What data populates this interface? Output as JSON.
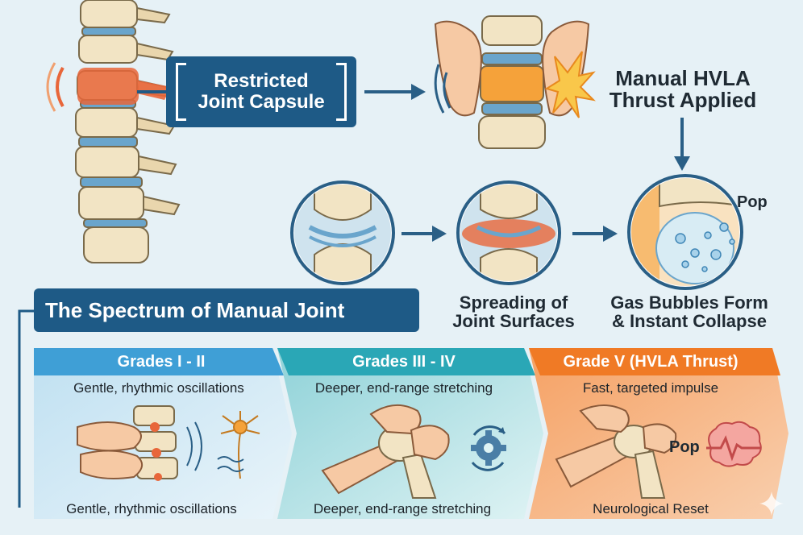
{
  "top": {
    "restricted_line1": "Restricted",
    "restricted_line2": "Joint Capsule",
    "thrust_line1": "Manual HVLA",
    "thrust_line2": "Thrust Applied",
    "pop_label": "Pop"
  },
  "middle": {
    "spreading_line1": "Spreading of",
    "spreading_line2": "Joint Surfaces",
    "bubbles_line1": "Gas Bubbles Form",
    "bubbles_line2": "& Instant Collapse"
  },
  "spectrum": {
    "title": "The Spectrum of Manual Joint",
    "bands": [
      {
        "title": "Grades I - II",
        "top_text": "Gentle, rhythmic oscillations",
        "bottom_text": "Gentle, rhythmic oscillations",
        "color_start": "#3f9fd6",
        "color_end": "#cfe6f2"
      },
      {
        "title": "Grades III - IV",
        "top_text": "Deeper, end-range stretching",
        "bottom_text": "Deeper, end-range stretching",
        "color_start": "#2aa7b6",
        "color_end": "#bfe7ea"
      },
      {
        "title": "Grade V (HVLA Thrust)",
        "top_text": "Fast, targeted impulse",
        "bottom_text": "Neurological Reset",
        "pop_label": "Pop",
        "color_start": "#f07a25",
        "color_end": "#f8c6a0"
      }
    ]
  },
  "colors": {
    "navy": "#1e5a86",
    "arrow": "#2a5f86",
    "bone": "#f2e4c4",
    "disc": "#6aa5cc",
    "inflamed": "#e8663a"
  }
}
